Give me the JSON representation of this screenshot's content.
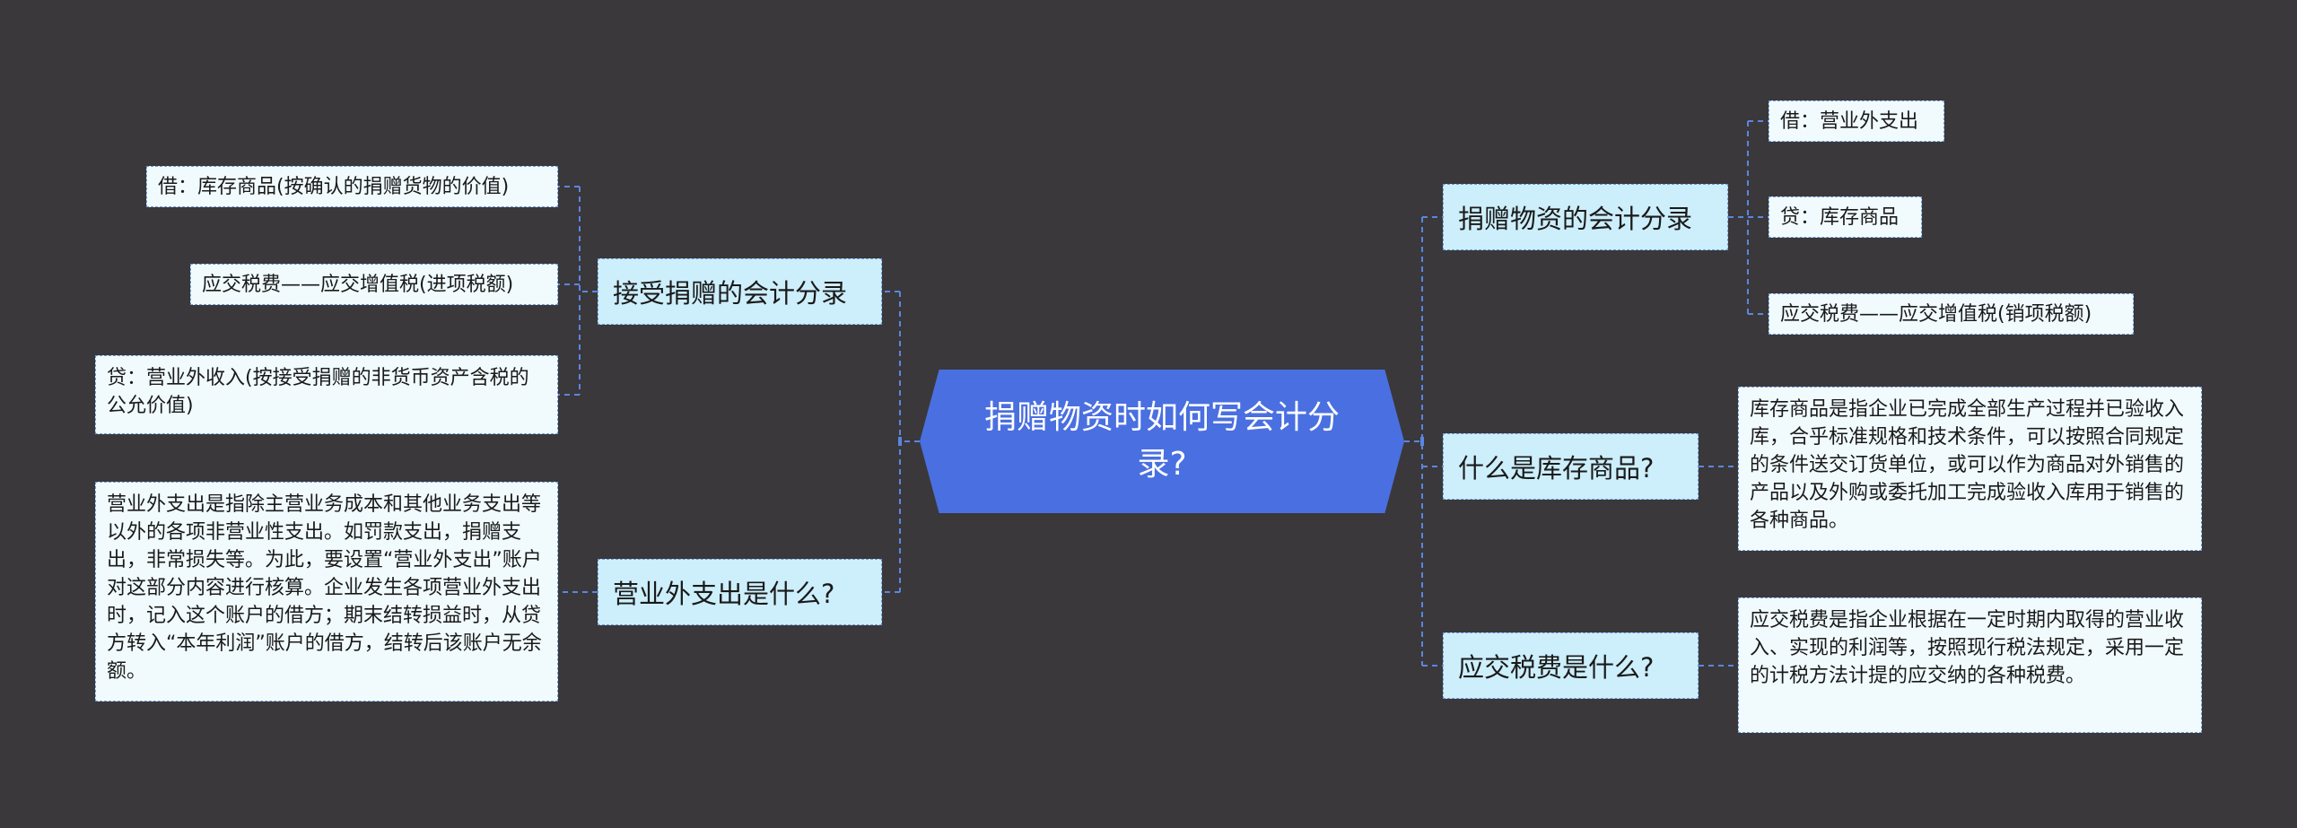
{
  "center": {
    "title": "捐赠物资时如何写会计分录?"
  },
  "left": {
    "accept": {
      "label": "接受捐赠的会计分录",
      "debit": "借：库存商品(按确认的捐赠货物的价值)",
      "tax": "应交税费——应交增值税(进项税额)",
      "credit": "贷：营业外收入(按接受捐赠的非货币资产含税的公允价值)"
    },
    "expense": {
      "label": "营业外支出是什么?",
      "desc": "营业外支出是指除主营业务成本和其他业务支出等以外的各项非营业性支出。如罚款支出，捐赠支出，非常损失等。为此，要设置“营业外支出”账户对这部分内容进行核算。企业发生各项营业外支出时，记入这个账户的借方；期末结转损益时，从贷方转入“本年利润”账户的借方，结转后该账户无余额。"
    }
  },
  "right": {
    "donate": {
      "label": "捐赠物资的会计分录",
      "debit": "借：营业外支出",
      "credit": "贷：库存商品",
      "tax": "应交税费——应交增值税(销项税额)"
    },
    "inventory": {
      "label": "什么是库存商品?",
      "desc": "库存商品是指企业已完成全部生产过程并已验收入库，合乎标准规格和技术条件，可以按照合同规定的条件送交订货单位，或可以作为商品对外销售的产品以及外购或委托加工完成验收入库用于销售的各种商品。"
    },
    "taxpay": {
      "label": "应交税费是什么?",
      "desc": "应交税费是指企业根据在一定时期内取得的营业收入、实现的利润等，按照现行税法规定，采用一定的计税方法计提的应交纳的各种税费。"
    }
  },
  "colors": {
    "background": "#3a383b",
    "center": "#4a6fe0",
    "branch": "#cdeefb",
    "leaf": "#f1fbfe",
    "line": "#5b86e0"
  }
}
